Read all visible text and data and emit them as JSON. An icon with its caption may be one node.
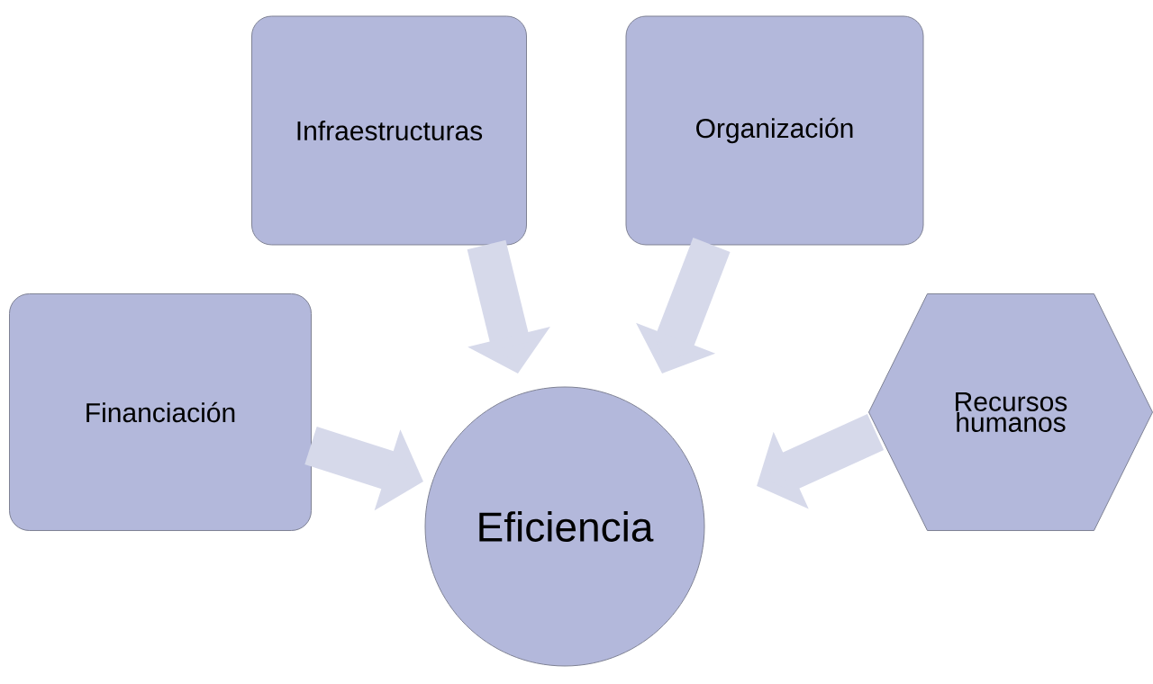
{
  "diagram": {
    "nodes": [
      {
        "text": [
          "Infraestructuras"
        ]
      },
      {
        "text": [
          "Organización"
        ]
      },
      {
        "text": [
          "Financiación"
        ]
      },
      {
        "text": [
          "Recursos humanos"
        ]
      },
      {
        "text": [
          "Eficiencia"
        ]
      }
    ],
    "edges": [
      {
        "from": 0,
        "to": 4,
        "arrow": "to"
      },
      {
        "from": 1,
        "to": 4,
        "arrow": "to"
      },
      {
        "from": 2,
        "to": 4,
        "arrow": "to"
      },
      {
        "from": 3,
        "to": 4,
        "arrow": "to"
      }
    ]
  }
}
